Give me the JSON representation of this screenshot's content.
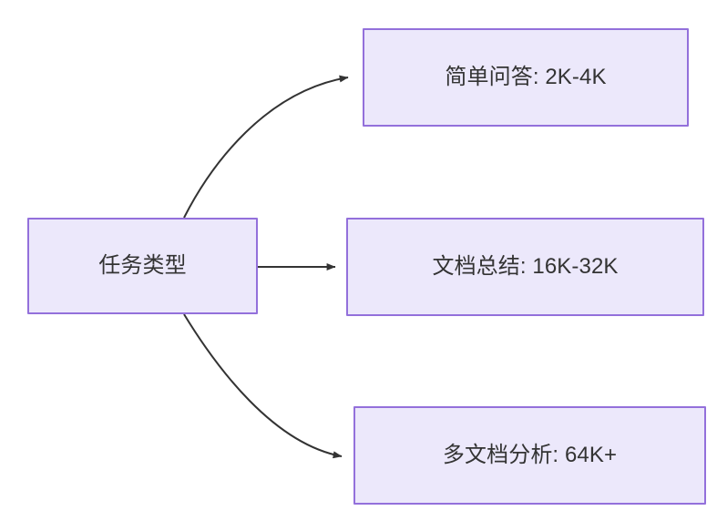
{
  "diagram": {
    "type": "flowchart",
    "direction": "left-to-right",
    "background_color": "#FFFFFF",
    "node_fill_color": "#ECE8FB",
    "node_border_color": "#9370DB",
    "node_text_color": "#333333",
    "edge_color": "#333333",
    "nodes": [
      {
        "id": "source",
        "label": "任务类型",
        "role": "root"
      },
      {
        "id": "qa",
        "label": "简单问答: 2K-4K",
        "role": "leaf"
      },
      {
        "id": "summary",
        "label": "文档总结: 16K-32K",
        "role": "leaf"
      },
      {
        "id": "multidoc",
        "label": "多文档分析: 64K+",
        "role": "leaf"
      }
    ],
    "edges": [
      {
        "from": "source",
        "to": "qa",
        "style": "curved",
        "arrow": "arrow-head-icon"
      },
      {
        "from": "source",
        "to": "summary",
        "style": "straight",
        "arrow": "arrow-head-icon"
      },
      {
        "from": "source",
        "to": "multidoc",
        "style": "curved",
        "arrow": "arrow-head-icon"
      }
    ]
  }
}
